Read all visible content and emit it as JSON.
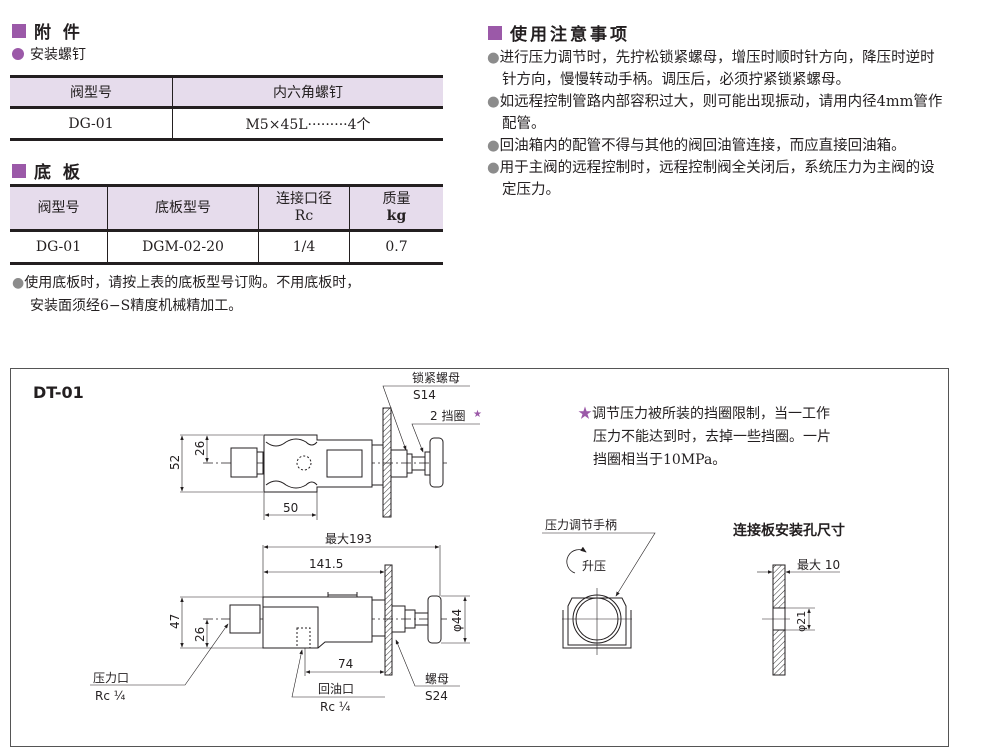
{
  "accessories": {
    "title": "附 件",
    "subtitle": "安装螺钉",
    "table": {
      "headers": [
        "阀型号",
        "内六角螺钉"
      ],
      "rows": [
        [
          "DG-01",
          "M5×45L·········4个"
        ]
      ]
    }
  },
  "base_plate": {
    "title": "底 板",
    "table": {
      "headers": [
        "阀型号",
        "底板型号",
        "连接口径",
        "质量"
      ],
      "header_units": [
        "",
        "",
        "Rc",
        "kg"
      ],
      "rows": [
        [
          "DG-01",
          "DGM-02-20",
          "1/4",
          "0.7"
        ]
      ]
    },
    "note_line1": "使用底板时，请按上表的底板型号订购。不用底板时，",
    "note_line2": "安装面须经6−S精度机械精加工。"
  },
  "precautions": {
    "title": "使用注意事项",
    "items": [
      "进行压力调节时，先拧松锁紧螺母，增压时顺时针方向，降压时逆时针方向，慢慢转动手柄。调压后，必须拧紧锁紧螺母。",
      "如远程控制管路内部容积过大，则可能出现振动，请用内径4mm管作配管。",
      "回油箱内的配管不得与其他的阀回油管连接，而应直接回油箱。",
      "用于主阀的远程控制时，远程控制阀全关闭后，系统压力为主阀的设定压力。"
    ]
  },
  "drawing": {
    "model": "DT-01",
    "lock_nut_label": "锁紧螺母",
    "lock_nut_size": "S14",
    "ring_label": "2 挡圈",
    "dim_52": "52",
    "dim_26_top": "26",
    "dim_50": "50",
    "dim_max193": "最大193",
    "dim_141_5": "141.5",
    "dim_47": "47",
    "dim_26_front": "26",
    "dim_74": "74",
    "dim_phi44": "φ44",
    "pressure_port_label": "压力口",
    "pressure_port_size": "Rc ¼",
    "return_port_label": "回油口",
    "return_port_size": "Rc ¼",
    "nut_label": "螺母",
    "nut_size": "S24",
    "star_note": [
      "调节压力被所装的挡圈限制，当一工作",
      "压力不能达到时，去掉一些挡圈。一片",
      "挡圈相当于10MPa。"
    ],
    "handle_label": "压力调节手柄",
    "increase_label": "升压",
    "hole_title": "连接板安装孔尺寸",
    "dim_max10": "最大 10",
    "dim_phi21": "φ21"
  },
  "colors": {
    "accent": "#9b59a8",
    "table_header": "#e6dcec",
    "bullet": "#8c8c8c"
  }
}
